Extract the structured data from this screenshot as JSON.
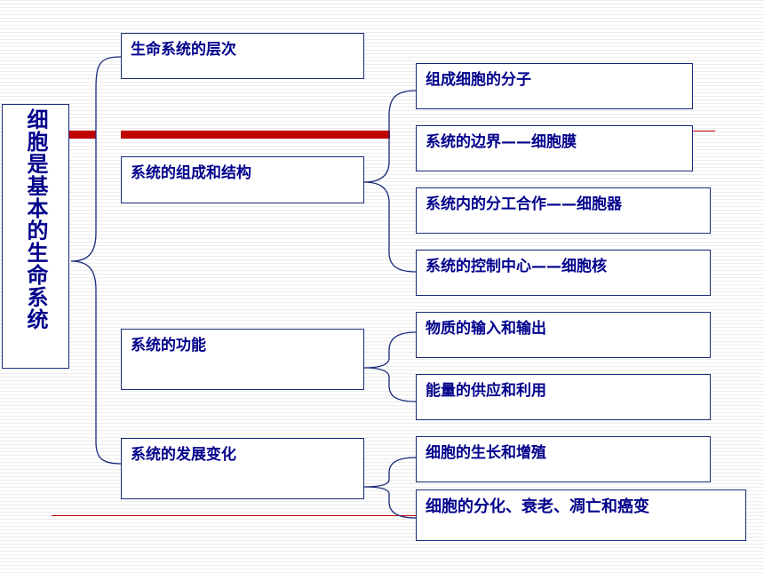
{
  "root": {
    "label": "细胞是基本的生命系统"
  },
  "level1": [
    {
      "label": "生命系统的层次"
    },
    {
      "label": "系统的组成和结构"
    },
    {
      "label": "系统的功能"
    },
    {
      "label": "系统的发展变化"
    }
  ],
  "level2": {
    "structure": [
      {
        "label": "组成细胞的分子"
      },
      {
        "label": "系统的边界——细胞膜"
      },
      {
        "label": "系统内的分工合作——细胞器"
      },
      {
        "label": "系统的控制中心——细胞核"
      }
    ],
    "function": [
      {
        "label": "物质的输入和输出"
      },
      {
        "label": "能量的供应和利用"
      }
    ],
    "development": [
      {
        "label": "细胞的生长和增殖"
      },
      {
        "label": "细胞的分化、衰老、凋亡和癌变"
      }
    ]
  },
  "colors": {
    "text": "#00008b",
    "border": "#1a2a7a",
    "accent": "#c00000"
  }
}
